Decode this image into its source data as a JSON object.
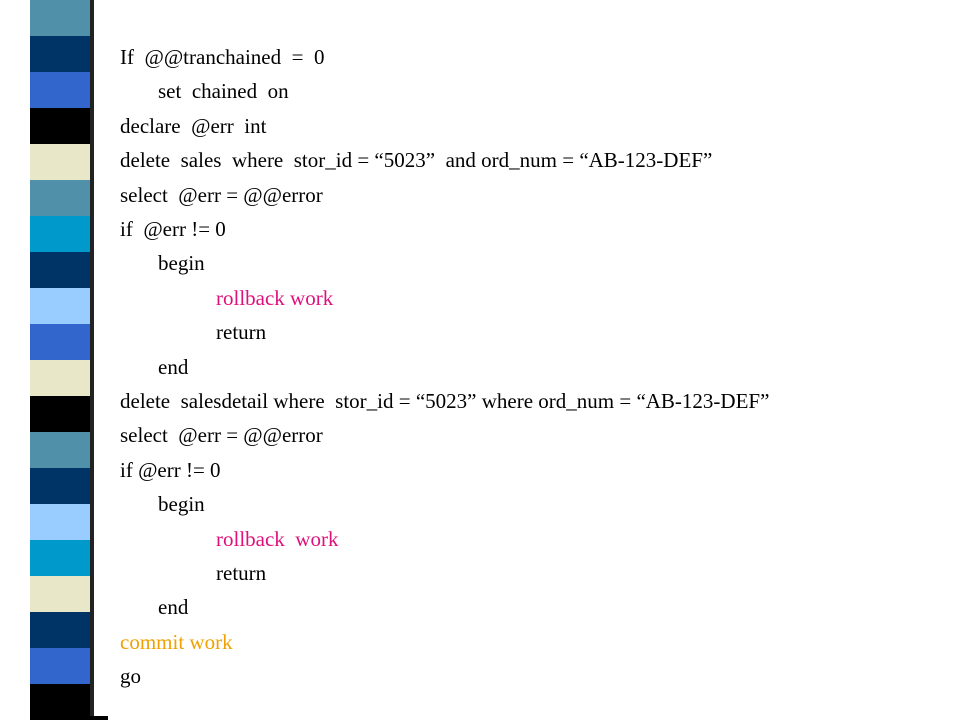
{
  "colors": {
    "text": "#000000",
    "rollback": "#e0107a",
    "commit": "#f0a000"
  },
  "decoration": {
    "stripe_colors": [
      "#5090a8",
      "#003366",
      "#3366cc",
      "#000000",
      "#e8e8c8",
      "#5090a8",
      "#0099cc",
      "#003366",
      "#99ccff",
      "#3366cc",
      "#e8e8c8",
      "#000000",
      "#5090a8",
      "#003366",
      "#99ccff",
      "#0099cc",
      "#e8e8c8",
      "#003366",
      "#3366cc",
      "#000000"
    ]
  },
  "code_lines": [
    {
      "text": "If  @@tranchained  =  0",
      "color": "text"
    },
    {
      "text": "set  chained  on",
      "color": "text"
    },
    {
      "text": "declare  @err  int",
      "color": "text"
    },
    {
      "text": "delete  sales  where  stor_id = “5023”  and ord_num = “AB-123-DEF”",
      "color": "text"
    },
    {
      "text": "select  @err = @@error",
      "color": "text"
    },
    {
      "text": "if  @err != 0",
      "color": "text"
    },
    {
      "text": "begin",
      "color": "text"
    },
    {
      "text": "rollback work",
      "color": "rollback"
    },
    {
      "text": "return",
      "color": "text"
    },
    {
      "text": "end",
      "color": "text"
    },
    {
      "text": "delete  salesdetail where  stor_id = “5023” where ord_num = “AB-123-DEF”",
      "color": "text"
    },
    {
      "text": "select  @err = @@error",
      "color": "text"
    },
    {
      "text": "if @err != 0",
      "color": "text"
    },
    {
      "text": "begin",
      "color": "text"
    },
    {
      "text": "rollback  work",
      "color": "rollback"
    },
    {
      "text": "return",
      "color": "text"
    },
    {
      "text": "end",
      "color": "text"
    },
    {
      "text": "commit work",
      "color": "commit"
    },
    {
      "text": "go",
      "color": "text"
    }
  ]
}
